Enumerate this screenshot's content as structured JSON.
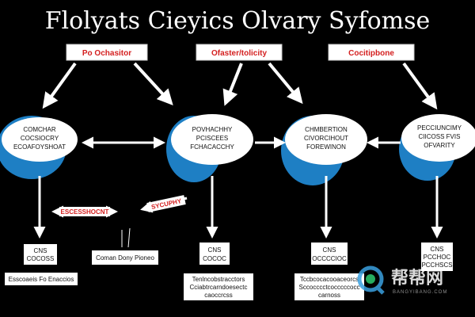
{
  "title": "Flolyats Cieyics Olvary Syfomse",
  "colors": {
    "background": "#000000",
    "blob_blue": "#1e7fc4",
    "red_text": "#d42020"
  },
  "categories": [
    {
      "id": "cat1",
      "label": "Po Ochasitor"
    },
    {
      "id": "cat2",
      "label": "Ofaster/tolicity"
    },
    {
      "id": "cat3",
      "label": "Cocitipbone"
    }
  ],
  "nodes": [
    {
      "id": "n1",
      "lines": [
        "COMCHAR",
        "COCSIOCRY",
        "ECOAFOYSHOAT"
      ]
    },
    {
      "id": "n2",
      "lines": [
        "POVHACHHY",
        "PCISCEES",
        "FCHACACCHY"
      ]
    },
    {
      "id": "n3",
      "lines": [
        "CHMBERTION",
        "CIVORCIHOUT",
        "FOREWINON"
      ]
    },
    {
      "id": "n4",
      "lines": [
        "PECCIUNCIMY",
        "CIICOSS FVIS",
        "OFVARITY"
      ]
    }
  ],
  "mid_labels": [
    {
      "id": "m1",
      "text": "ESCESSHOCNT"
    },
    {
      "id": "m2",
      "text": "SYCUPHY"
    }
  ],
  "boxes": [
    {
      "id": "b1",
      "lines": [
        "CNS",
        "COCOSS"
      ]
    },
    {
      "id": "b2",
      "lines": [
        "Coman Dony Pioneo"
      ]
    },
    {
      "id": "b3",
      "lines": [
        "CNS",
        "COCOC"
      ]
    },
    {
      "id": "b4",
      "lines": [
        "CNS",
        "OCCCCIOC"
      ]
    },
    {
      "id": "b5",
      "lines": [
        "CNS",
        "PCCHOC",
        "PCCHSCS"
      ]
    }
  ],
  "bottom_texts": [
    {
      "id": "t1",
      "lines": [
        "Esscoaeis Fo Enaccios"
      ]
    },
    {
      "id": "t2",
      "lines": [
        "Tenlncobstracctors",
        "Cciabtrcarndoesectc",
        "caoccrcss"
      ]
    },
    {
      "id": "t3",
      "lines": [
        "Tccbcocacooaceorcs",
        "Sccocccctcocccccocc",
        "carnoss"
      ]
    }
  ],
  "watermark": {
    "main": "帮帮网",
    "sub": "BANGYIBANG.COM"
  }
}
